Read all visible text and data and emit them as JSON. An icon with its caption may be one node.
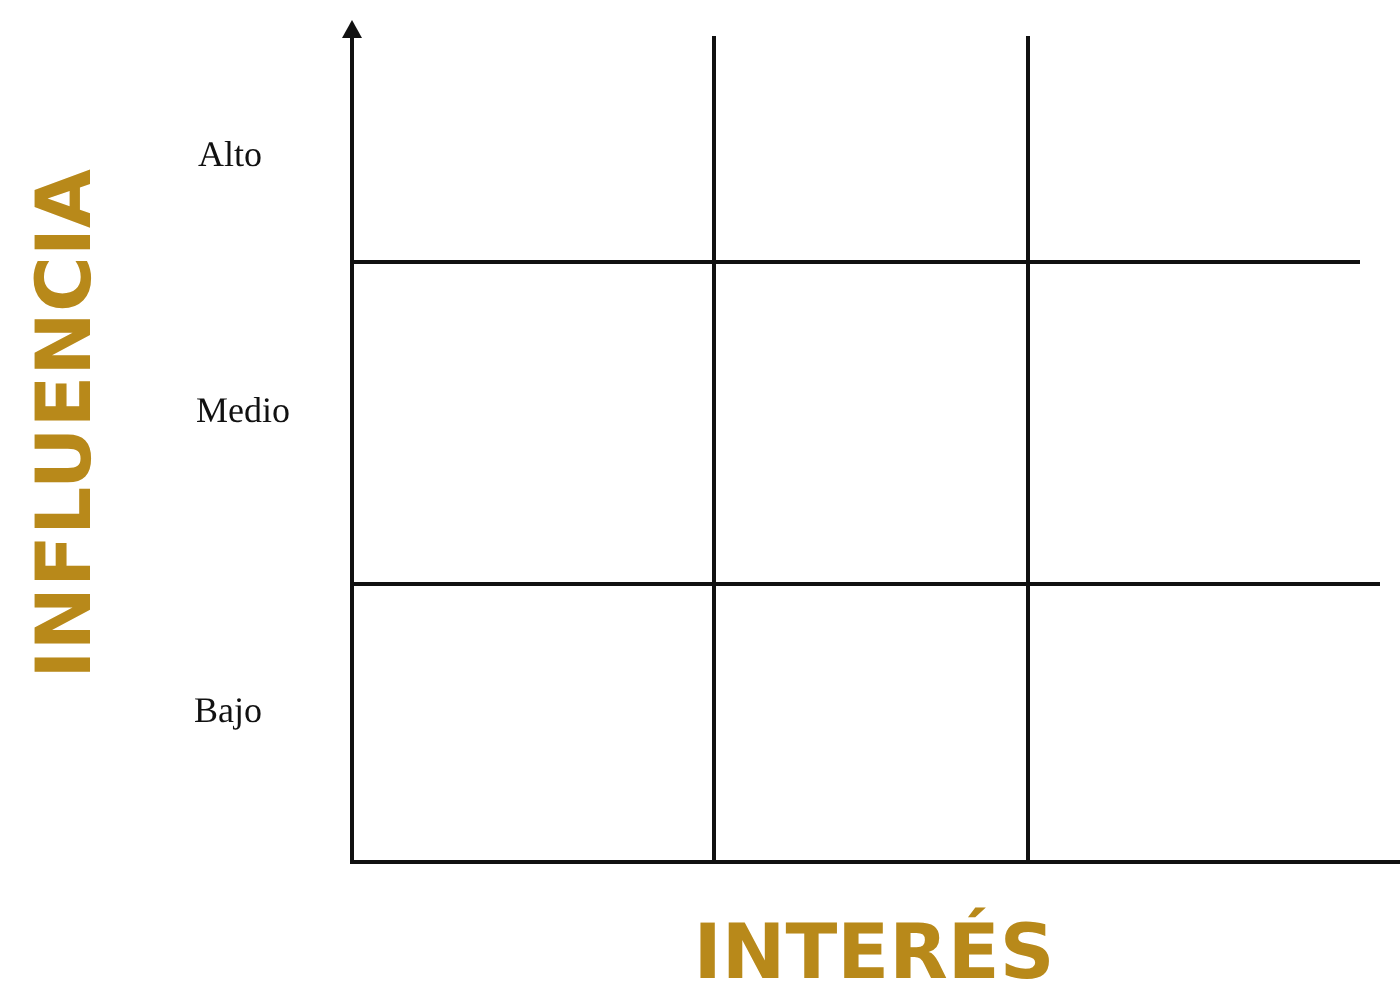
{
  "diagram": {
    "labels": [
      "INFLUENCIA",
      "Alto",
      "Medio",
      "Bajo",
      "INTERÉS"
    ]
  }
}
